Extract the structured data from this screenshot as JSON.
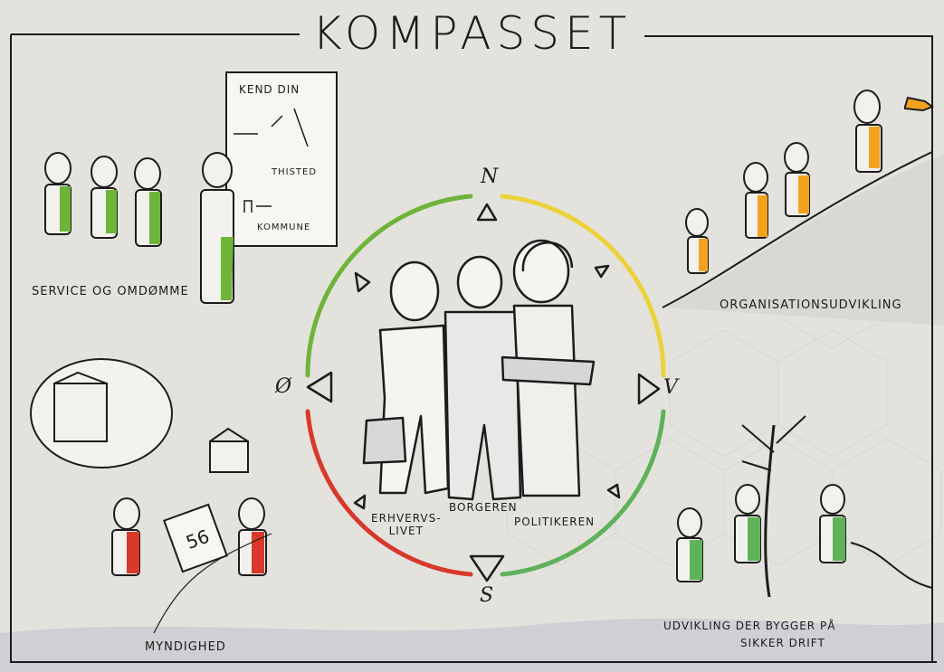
{
  "title": "KOMPASSET",
  "compass": {
    "north": "N",
    "south": "S",
    "east": "V",
    "west": "Ø"
  },
  "center_labels": {
    "business": "ERHVERVS-\nLIVET",
    "citizen": "BORGEREN",
    "politician": "POLITIKEREN"
  },
  "quadrants": {
    "top_left": {
      "label": "SERVICE OG OMDØMME",
      "board_heading": "KEND DIN",
      "board_place": "THISTED",
      "board_kommune": "KOMMUNE"
    },
    "top_right": {
      "label": "ORGANISATIONSUDVIKLING"
    },
    "bottom_left": {
      "label": "MYNDIGHED",
      "sign_text": "56"
    },
    "bottom_right": {
      "label_line1": "UDVIKLING DER BYGGER PÅ",
      "label_line2": "SIKKER DRIFT"
    }
  },
  "colors": {
    "background": "#e4e2dd",
    "green": "#6fb43a",
    "yellow": "#ecd23a",
    "red": "#d8392a",
    "orange": "#f2a21f",
    "ink": "#1c1c1c"
  }
}
